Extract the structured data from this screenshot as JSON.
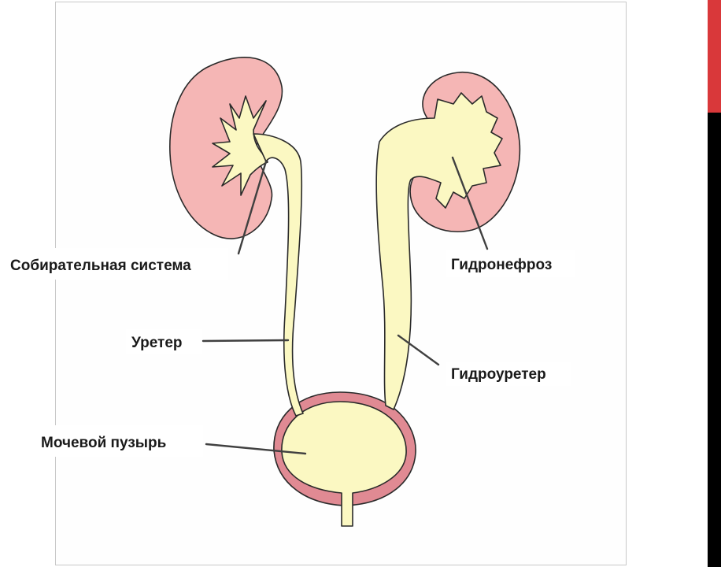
{
  "labels": {
    "collecting_system": "Собирательная система",
    "hydronephrosis": "Гидронефроз",
    "ureter": "Уретер",
    "hydroureter": "Гидроуретер",
    "bladder": "Мочевой пузырь"
  },
  "colors": {
    "kidney_tissue": "#f5b6b5",
    "urine_tract": "#fbf8c2",
    "bladder_wall": "#e08a93",
    "accent_bar": "#d9383a",
    "side_bar": "#000000",
    "label_box": "#ffffff"
  }
}
